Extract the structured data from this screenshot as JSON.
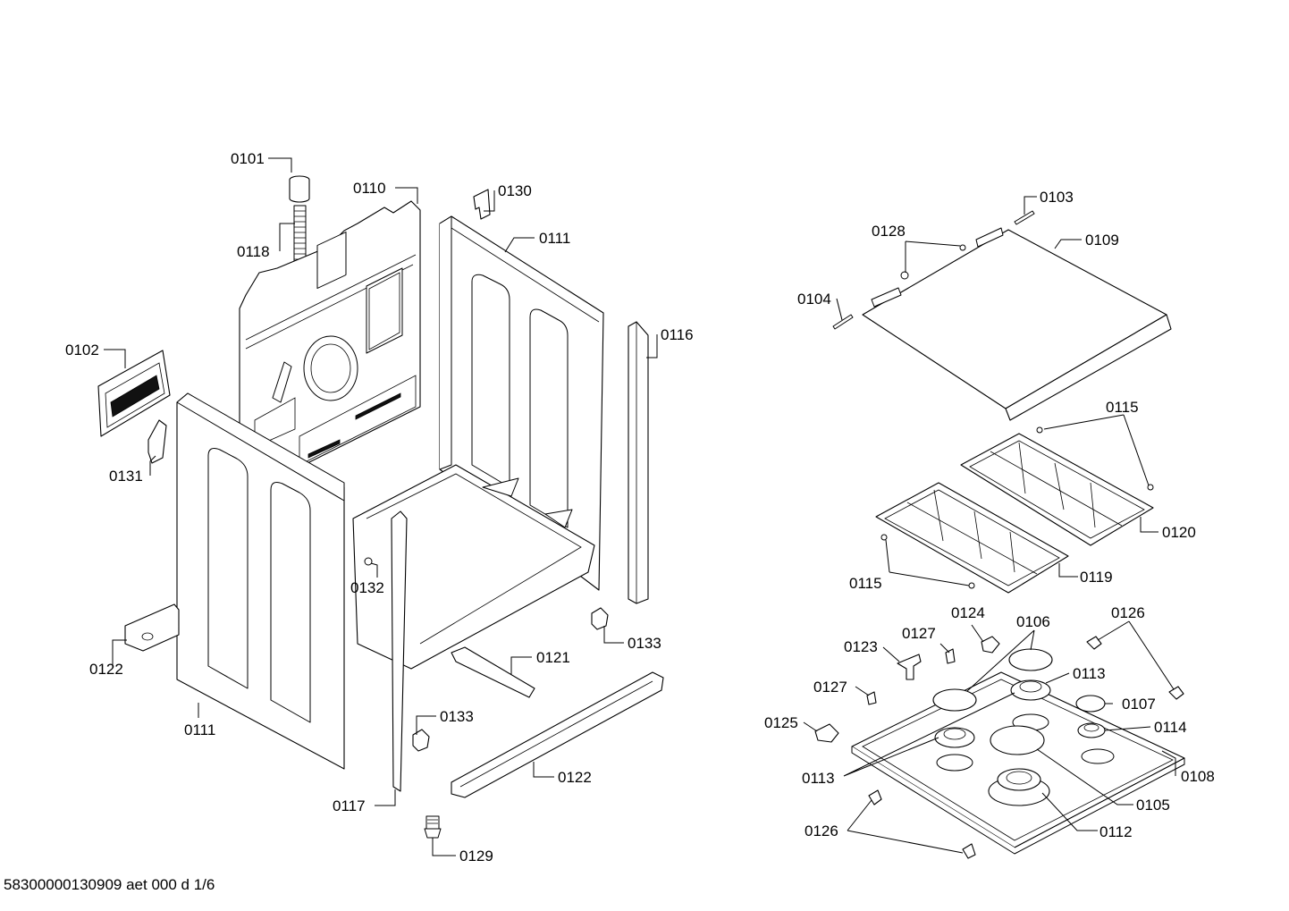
{
  "footer": "58300000130909 aet 000 d 1/6",
  "labels": {
    "p0101": "0101",
    "p0110": "0110",
    "p0130": "0130",
    "p0118": "0118",
    "p0111a": "0111",
    "p0102": "0102",
    "p0116": "0116",
    "p0131": "0131",
    "p0132": "0132",
    "p0133a": "0133",
    "p0122a": "0122",
    "p0121": "0121",
    "p0111b": "0111",
    "p0133b": "0133",
    "p0122b": "0122",
    "p0117": "0117",
    "p0129": "0129",
    "p0103": "0103",
    "p0128": "0128",
    "p0109": "0109",
    "p0104": "0104",
    "p0115a": "0115",
    "p0120": "0120",
    "p0115b": "0115",
    "p0119": "0119",
    "p0124": "0124",
    "p0106": "0106",
    "p0126a": "0126",
    "p0123": "0123",
    "p0127a": "0127",
    "p0113a": "0113",
    "p0107": "0107",
    "p0127b": "0127",
    "p0114": "0114",
    "p0125": "0125",
    "p0108": "0108",
    "p0113b": "0113",
    "p0105": "0105",
    "p0126b": "0126",
    "p0112": "0112"
  }
}
